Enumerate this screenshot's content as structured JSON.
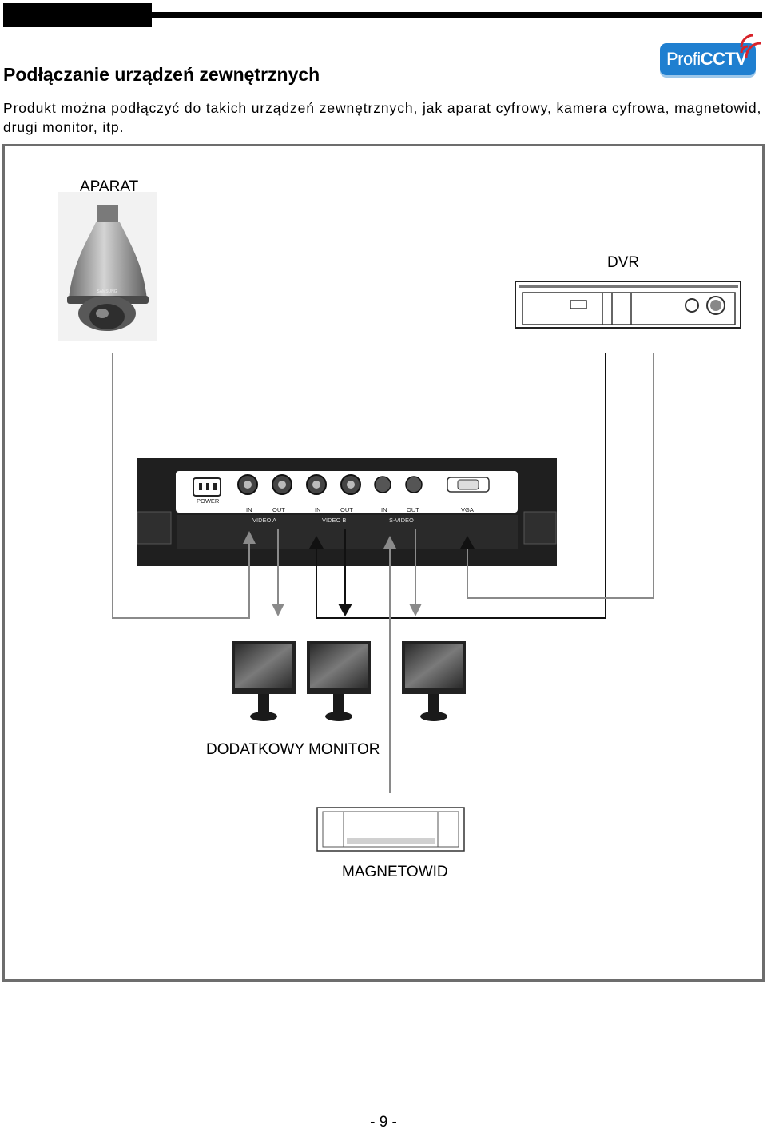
{
  "header": {
    "logo_left": "Profi",
    "logo_right": "CCTV"
  },
  "section": {
    "title": "Podłączanie urządzeń zewnętrznych",
    "intro": "Produkt można podłączyć do takich urządzeń zewnętrznych, jak aparat cyfrowy, kamera cyfrowa, magnetowid, drugi monitor, itp."
  },
  "diagram": {
    "camera_label": "APARAT",
    "dvr_label": "DVR",
    "monitors_label": "DODATKOWY MONITOR",
    "vcr_label": "MAGNETOWID",
    "panel": {
      "power": "POWER",
      "in1": "IN",
      "out1": "OUT",
      "in2": "IN",
      "out2": "OUT",
      "in3": "IN",
      "out3": "OUT",
      "vga": "VGA",
      "video_a": "VIDEO A",
      "video_b": "VIDEO B",
      "s_video": "S-VIDEO"
    },
    "camera_brand": "SAMSUNG"
  },
  "footer": {
    "page_number": "- 9 -"
  }
}
